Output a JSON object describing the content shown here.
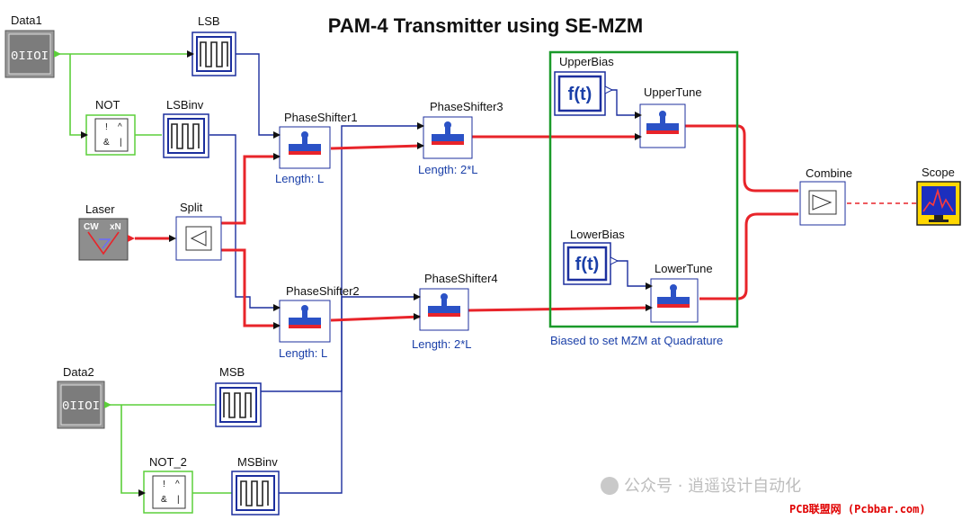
{
  "title": "PAM-4 Transmitter using SE-MZM",
  "blocks": {
    "data1": {
      "label": "Data1",
      "icon_text": "0IIOI"
    },
    "data2": {
      "label": "Data2",
      "icon_text": "0IIOI"
    },
    "lsb": {
      "label": "LSB"
    },
    "lsbinv": {
      "label": "LSBinv"
    },
    "msb": {
      "label": "MSB"
    },
    "msbinv": {
      "label": "MSBinv"
    },
    "not1": {
      "label": "NOT",
      "icon_text_1": "!",
      "icon_text_2": "&",
      "icon_text_3": "^",
      "icon_text_4": "|"
    },
    "not2": {
      "label": "NOT_2",
      "icon_text_1": "!",
      "icon_text_2": "&",
      "icon_text_3": "^",
      "icon_text_4": "|"
    },
    "laser": {
      "label": "Laser",
      "icon_text_1": "CW",
      "icon_text_2": "xN"
    },
    "split": {
      "label": "Split"
    },
    "ps1": {
      "label": "PhaseShifter1",
      "param": "Length: L"
    },
    "ps2": {
      "label": "PhaseShifter2",
      "param": "Length: L"
    },
    "ps3": {
      "label": "PhaseShifter3",
      "param": "Length: 2*L"
    },
    "ps4": {
      "label": "PhaseShifter4",
      "param": "Length: 2*L"
    },
    "upperbias": {
      "label": "UpperBias",
      "icon_text": "f(t)"
    },
    "lowerbias": {
      "label": "LowerBias",
      "icon_text": "f(t)"
    },
    "uppertune": {
      "label": "UpperTune"
    },
    "lowertune": {
      "label": "LowerTune"
    },
    "combine": {
      "label": "Combine"
    },
    "scope": {
      "label": "Scope"
    }
  },
  "mzm_group": {
    "caption": "Biased to set MZM at Quadrature"
  },
  "watermark": {
    "text": "公众号 · 逍遥设计自动化",
    "footer": "PCB联盟网 (Pcbbar.com)"
  },
  "colors": {
    "electrical": "#1c2f9e",
    "logic": "#5ccf3a",
    "optical": "#e8242a",
    "group": "#1a9a2a"
  }
}
